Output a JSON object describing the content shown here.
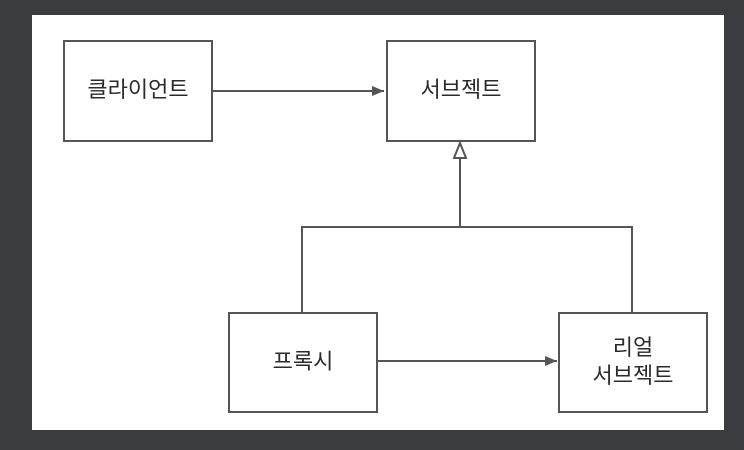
{
  "diagram": {
    "nodes": {
      "client": {
        "label": "클라이언트"
      },
      "subject": {
        "label": "서브젝트"
      },
      "proxy": {
        "label": "프록시"
      },
      "real_subject": {
        "line1": "리얼",
        "line2": "서브젝트"
      }
    },
    "edges": [
      {
        "from": "client",
        "to": "subject",
        "kind": "association"
      },
      {
        "from": "proxy",
        "to": "subject",
        "kind": "inheritance"
      },
      {
        "from": "real_subject",
        "to": "subject",
        "kind": "inheritance"
      },
      {
        "from": "proxy",
        "to": "real_subject",
        "kind": "association"
      }
    ],
    "colors": {
      "page_background": "#3a3c40",
      "canvas": "#ffffff",
      "line": "#555555",
      "text": "#2b2b2b"
    }
  }
}
